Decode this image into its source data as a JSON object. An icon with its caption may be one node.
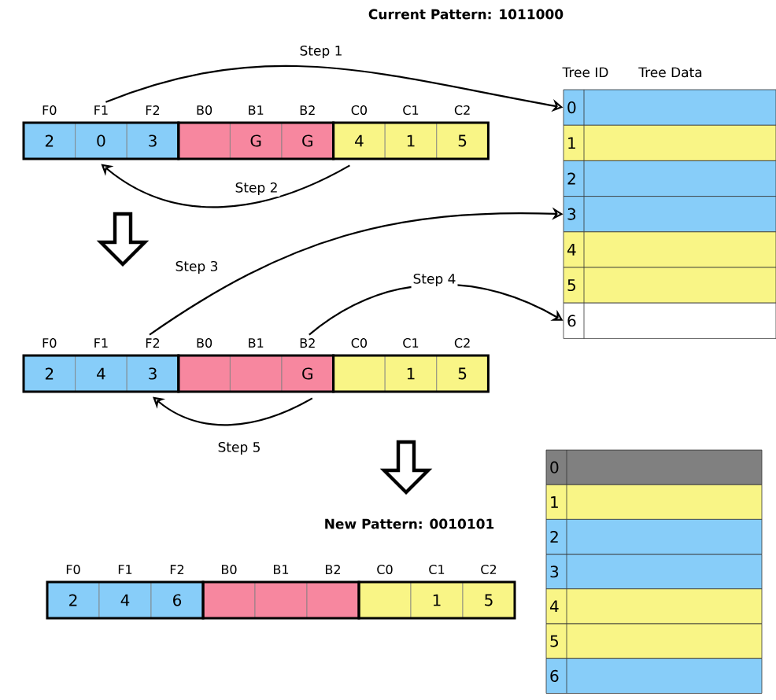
{
  "diagram": {
    "title": "Current Pattern: 1011000",
    "nodes": [
      {
        "text": [
          "F0",
          "2"
        ]
      },
      {
        "text": [
          "F1",
          "0"
        ]
      },
      {
        "text": [
          "F2",
          "3"
        ]
      },
      {
        "text": [
          "B0"
        ]
      },
      {
        "text": [
          "B1",
          "G"
        ]
      },
      {
        "text": [
          "B2",
          "G"
        ]
      },
      {
        "text": [
          "C0",
          "4"
        ]
      },
      {
        "text": [
          "C1",
          "1"
        ]
      },
      {
        "text": [
          "C2",
          "5"
        ]
      },
      {
        "text": [
          "F0",
          "2"
        ]
      },
      {
        "text": [
          "F1",
          "4"
        ]
      },
      {
        "text": [
          "F2",
          "3"
        ]
      },
      {
        "text": [
          "B0"
        ]
      },
      {
        "text": [
          "B1"
        ]
      },
      {
        "text": [
          "B2",
          "G"
        ]
      },
      {
        "text": [
          "C0"
        ]
      },
      {
        "text": [
          "C1",
          "1"
        ]
      },
      {
        "text": [
          "C2",
          "5"
        ]
      },
      {
        "text": [
          "F0",
          "2"
        ]
      },
      {
        "text": [
          "F1",
          "4"
        ]
      },
      {
        "text": [
          "F2",
          "6"
        ]
      },
      {
        "text": [
          "B0"
        ]
      },
      {
        "text": [
          "B1"
        ]
      },
      {
        "text": [
          "B2"
        ]
      },
      {
        "text": [
          "C0"
        ]
      },
      {
        "text": [
          "C1",
          "1"
        ]
      },
      {
        "text": [
          "C2",
          "5"
        ]
      },
      {
        "text": [
          "0"
        ]
      },
      {
        "text": [
          "1"
        ]
      },
      {
        "text": [
          "2"
        ]
      },
      {
        "text": [
          "3"
        ]
      },
      {
        "text": [
          "4"
        ]
      },
      {
        "text": [
          "5"
        ]
      },
      {
        "text": [
          "6"
        ]
      },
      {
        "text": [
          "0"
        ]
      },
      {
        "text": [
          "1"
        ]
      },
      {
        "text": [
          "2"
        ]
      },
      {
        "text": [
          "3"
        ]
      },
      {
        "text": [
          "4"
        ]
      },
      {
        "text": [
          "5"
        ]
      },
      {
        "text": [
          "6"
        ]
      }
    ],
    "edges": [
      {
        "from": 1,
        "to": 27,
        "arrow": "to",
        "label": "Step 1"
      },
      {
        "from": 6,
        "to": 1,
        "arrow": "to",
        "label": "Step 2"
      },
      {
        "from": 11,
        "to": 30,
        "arrow": "to",
        "label": "Step 3"
      },
      {
        "from": 14,
        "to": 33,
        "arrow": "to",
        "label": "Step 4"
      },
      {
        "from": 14,
        "to": 11,
        "arrow": "to",
        "label": "Step 5"
      }
    ],
    "labels": [
      "Tree ID",
      "Tree Data",
      "New Pattern: 0010101"
    ]
  }
}
